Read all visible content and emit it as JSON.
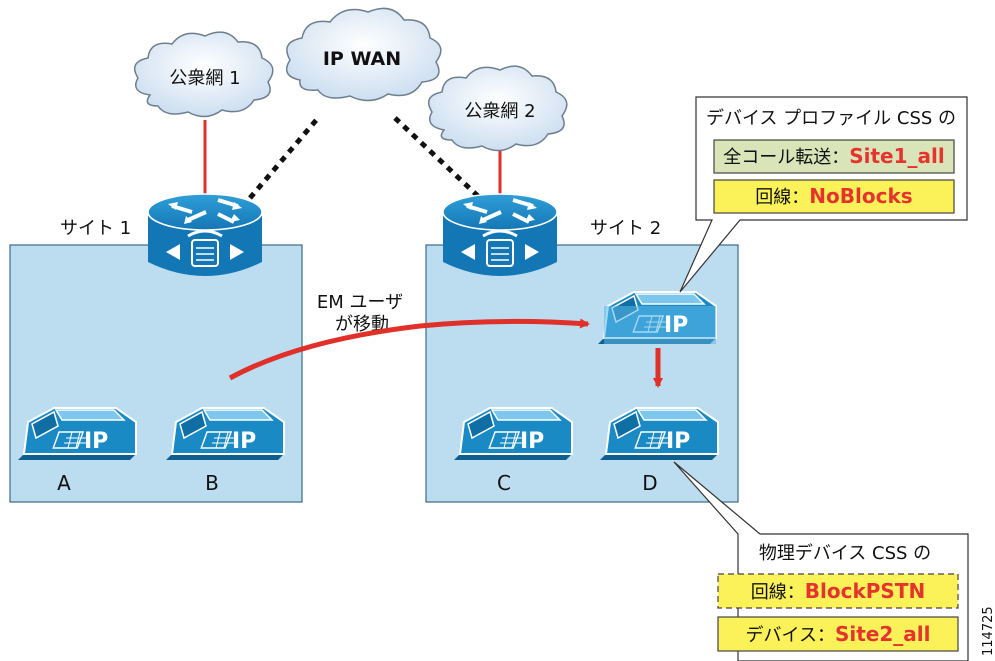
{
  "clouds": {
    "pstn1": "公衆網 1",
    "ipwan": "IP WAN",
    "pstn2": "公衆網 2"
  },
  "sites": {
    "site1": "サイト 1",
    "site2": "サイト 2"
  },
  "move_label": {
    "line1": "EM ユーザ",
    "line2": "が移動"
  },
  "phones": {
    "a": "A",
    "b": "B",
    "c": "C",
    "d": "D",
    "ip_text": "IP"
  },
  "device_profile_box": {
    "title": "デバイス プロファイル CSS の",
    "row1_prefix": "全コール転送：",
    "row1_value": "Site1_all",
    "row2_prefix": "回線：",
    "row2_value": "NoBlocks"
  },
  "physical_device_box": {
    "title": "物理デバイス CSS の",
    "row1_prefix": "回線：",
    "row1_value": "BlockPSTN",
    "row2_prefix": "デバイス：",
    "row2_value": "Site2_all"
  },
  "figure_id": "114725",
  "colors": {
    "site_fill": "#bcdcf0",
    "router_blue": "#1a8ac5",
    "phone_blue": "#1a8ac5",
    "phone_light": "#5bb8e8",
    "link_red": "#e0302a",
    "box_green": "#d9e5b8",
    "box_yellow": "#fbf25a"
  }
}
